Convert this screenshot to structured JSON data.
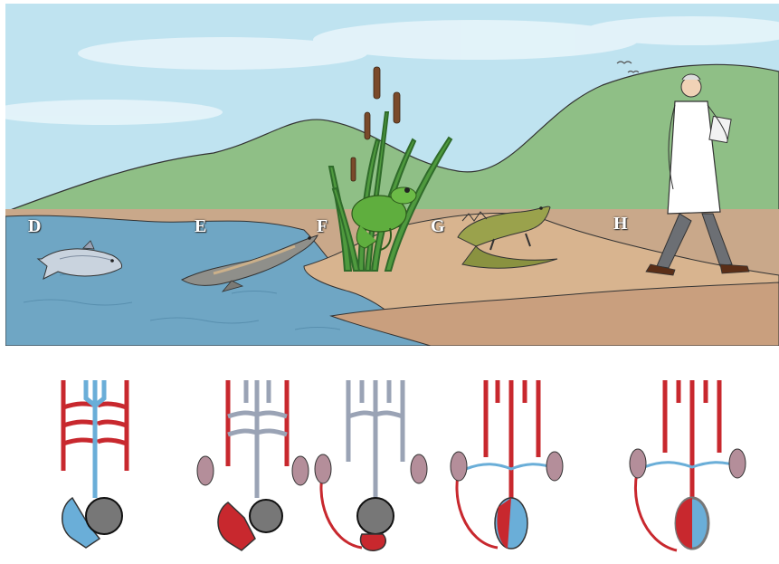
{
  "labels": [
    "D",
    "E",
    "F",
    "G",
    "H"
  ],
  "scene": {
    "colors": {
      "sky": "#bfe3f0",
      "hills": "#8fbf86",
      "far_ground": "#c9a88a",
      "water": "#6fa6c4",
      "sand": "#d8b48f",
      "shore": "#c99f7e"
    },
    "figures": [
      "fish",
      "lungfish",
      "frog-on-reeds",
      "iguana",
      "human-in-lab-coat"
    ]
  },
  "circulation_diagrams": [
    {
      "stage": "fish",
      "colors": {
        "arteries": "#c8282e",
        "veins": "#6aaed8",
        "heart": "#6aaed8"
      }
    },
    {
      "stage": "lungfish",
      "colors": {
        "arteries": "#c8282e",
        "veins": "#9aa3b5",
        "heart": "#c8282e"
      }
    },
    {
      "stage": "amphibian",
      "colors": {
        "arteries": "#9aa3b5",
        "veins": "#9aa3b5",
        "heart": "#c8282e"
      }
    },
    {
      "stage": "reptile",
      "colors": {
        "arteries": "#c8282e",
        "veins": "#6aaed8",
        "heart": "#c8282e"
      }
    },
    {
      "stage": "mammal",
      "colors": {
        "arteries": "#c8282e",
        "veins": "#6aaed8",
        "heart": "#c8282e"
      }
    }
  ]
}
